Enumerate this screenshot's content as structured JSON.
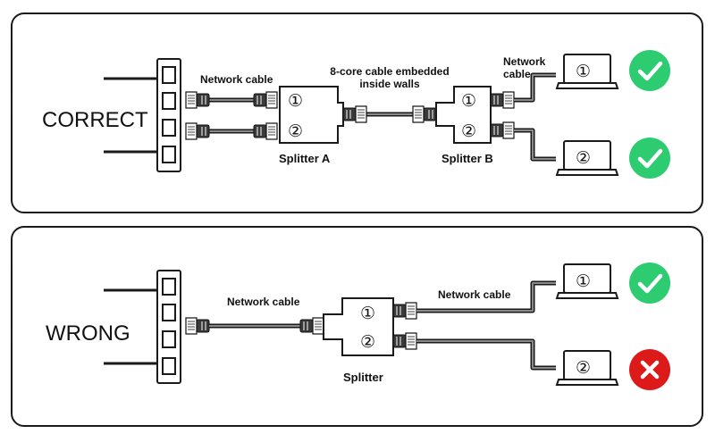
{
  "correct": {
    "heading": "CORRECT",
    "network_cable_label": "Network cable",
    "embedded_label_line1": "8-core cable embedded",
    "embedded_label_line2": "inside walls",
    "splitter_a": "Splitter A",
    "splitter_b": "Splitter B",
    "network_right_line1": "Network",
    "network_right_line2": "cable",
    "port1": "①",
    "port2": "②",
    "laptop1": "①",
    "laptop2": "②",
    "status1": "check",
    "status2": "check"
  },
  "wrong": {
    "heading": "WRONG",
    "network_cable_label": "Network cable",
    "network_right_label": "Network cable",
    "splitter": "Splitter",
    "port1": "①",
    "port2": "②",
    "laptop1": "①",
    "laptop2": "②",
    "status1": "check",
    "status2": "cross"
  },
  "colors": {
    "ok": "#2ecc71",
    "error": "#dd1a1a"
  }
}
